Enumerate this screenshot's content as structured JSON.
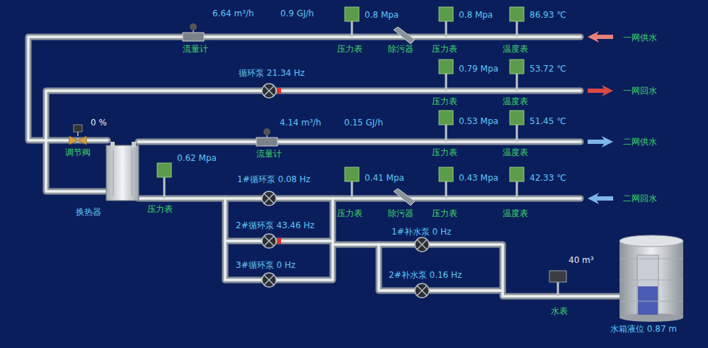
{
  "diagram": {
    "labels": [
      "6.64 m³/h",
      "0.9 GJ/h",
      "0.8 Mpa",
      "0.8 Mpa",
      "86.93 ℃",
      "流量计",
      "压力表",
      "除污器",
      "压力表",
      "温度表",
      "一网供水",
      "循环泵 21.34 Hz",
      "0.79 Mpa",
      "53.72 ℃",
      "压力表",
      "温度表",
      "一网回水",
      "0 %",
      "4.14 m³/h",
      "0.15 GJ/h",
      "0.53 Mpa",
      "51.45 ℃",
      "调节阀",
      "流量计",
      "压力表",
      "温度表",
      "二网供水",
      "0.62 Mpa",
      "换热器",
      "压力表",
      "1#循环泵 0.08 Hz",
      "0.41 Mpa",
      "0.43 Mpa",
      "42.33 ℃",
      "二网回水",
      "压力表",
      "除污器",
      "压力表",
      "温度表",
      "2#循环泵 43.46 Hz",
      "1#补水泵 0 Hz",
      "3#循环泵 0 Hz",
      "2#补水泵 0.16 Hz",
      "40 m³",
      "水表",
      "水箱液位 0.87 m"
    ]
  }
}
